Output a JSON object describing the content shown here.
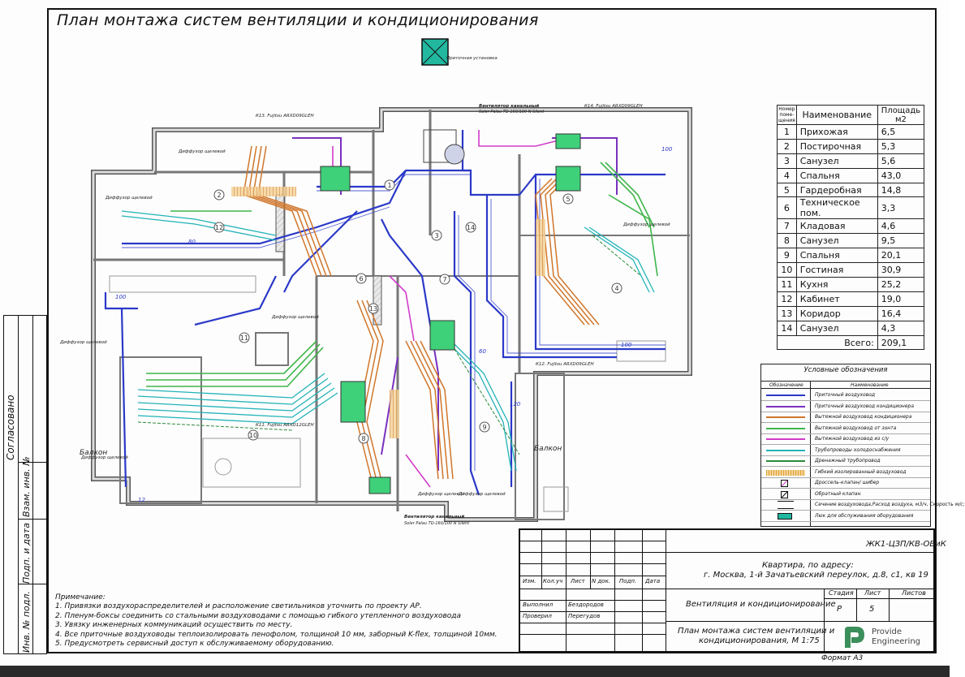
{
  "title": "План монтажа систем вентиляции и кондиционирования",
  "colors": {
    "supply": "#2b39c8",
    "supply_ac": "#7a30c0",
    "exhaust_ac": "#d1762a",
    "exhaust_zone": "#3fb54a",
    "exhaust_wc": "#d23cc8",
    "refrigerant": "#22b3b8",
    "drain": "#2a8a3a",
    "flex": "#e0a030",
    "service": "#22b8a0"
  },
  "rooms": {
    "col_num": "Номер поме-щения",
    "col_name": "Наименование",
    "col_area": "Площадь м2",
    "items": [
      {
        "n": "1",
        "name": "Прихожая",
        "area": "6,5"
      },
      {
        "n": "2",
        "name": "Постирочная",
        "area": "5,3"
      },
      {
        "n": "3",
        "name": "Санузел",
        "area": "5,6"
      },
      {
        "n": "4",
        "name": "Спальня",
        "area": "43,0"
      },
      {
        "n": "5",
        "name": "Гардеробная",
        "area": "14,8"
      },
      {
        "n": "6",
        "name": "Техническое пом.",
        "area": "3,3"
      },
      {
        "n": "7",
        "name": "Кладовая",
        "area": "4,6"
      },
      {
        "n": "8",
        "name": "Санузел",
        "area": "9,5"
      },
      {
        "n": "9",
        "name": "Спальня",
        "area": "20,1"
      },
      {
        "n": "10",
        "name": "Гостиная",
        "area": "30,9"
      },
      {
        "n": "11",
        "name": "Кухня",
        "area": "25,2"
      },
      {
        "n": "12",
        "name": "Кабинет",
        "area": "19,0"
      },
      {
        "n": "13",
        "name": "Коридор",
        "area": "16,4"
      },
      {
        "n": "14",
        "name": "Санузел",
        "area": "4,3"
      }
    ],
    "total_label": "Всего:",
    "total_value": "209,1"
  },
  "legend": {
    "title": "Условные обозначения",
    "col_symbol": "Обозначение",
    "col_name": "Наименование",
    "items": [
      {
        "label": "Приточный воздуховод",
        "color": "#2b39c8",
        "kind": "line"
      },
      {
        "label": "Приточный воздуховод кондиционера",
        "color": "#7a30c0",
        "kind": "line"
      },
      {
        "label": "Вытяжной воздуховод кондиционера",
        "color": "#d1762a",
        "kind": "line"
      },
      {
        "label": "Вытяжной воздуховод от зонта",
        "color": "#3fb54a",
        "kind": "line"
      },
      {
        "label": "Вытяжной воздуховод из с/у",
        "color": "#d23cc8",
        "kind": "line"
      },
      {
        "label": "Трубопроводы холодоснабжения",
        "color": "#22b3b8",
        "kind": "line"
      },
      {
        "label": "Дренажный трубопровод",
        "color": "#2a8a3a",
        "kind": "line"
      },
      {
        "label": "Гибкий изолированный воздуховод",
        "color": "#e0a030",
        "kind": "hatch"
      },
      {
        "label": "Дроссель-клапан/ шибер",
        "color": "#d23cc8",
        "kind": "box"
      },
      {
        "label": "Обратный клапан",
        "color": "#111111",
        "kind": "box"
      },
      {
        "label": "Сечение воздуховода,Расход воздуха, м3/ч, Скорость м/с;",
        "color": "#111111",
        "kind": "tag"
      },
      {
        "label": "Люк для обслуживания оборудования",
        "color": "#22b8a0",
        "kind": "fill"
      }
    ]
  },
  "plan_labels": {
    "balcony_left": "Балкон",
    "balcony_right": "Балкон",
    "diffuser": "Диффузор щелевой",
    "supply_unit": "Приточная установка",
    "duct_fan": "Вентилятор канальный",
    "fan_model_top": "Soler Palau TD-160/100 N Silent",
    "fan_model_bottom": "Soler Palau TD-160/100 N Silent",
    "ac_k13": "К13. Fujitsu ARXD09GLEH",
    "ac_k14": "К14. Fujitsu ARXD09GLEH",
    "ac_k12": "К12. Fujitsu ARXD09GLEH",
    "ac_k11": "К11. Fujitsu ARXD12GLEH",
    "num_100a": "100",
    "num_100b": "100",
    "num_100c": "100",
    "num_80": "80",
    "num_60": "60",
    "num_120": "120",
    "num_12": "12",
    "room_numbers": [
      "1",
      "2",
      "3",
      "4",
      "5",
      "6",
      "7",
      "8",
      "9",
      "10",
      "11",
      "12",
      "13",
      "14"
    ]
  },
  "notes": {
    "heading": "Примечание:",
    "lines": [
      "1. Привязки воздухораспределителей и расположение светильников уточнить по проекту АР.",
      "2. Пленум-боксы соединить со стальными воздуховодами с помощью гибкого утепленного воздуховода",
      "3. Увязку инженерных коммуникаций осуществить по месту.",
      "4. Все приточные воздуховоды теплоизолировать пенофолом, толщиной 10 мм, заборный K-flex, толщиной 10мм.",
      "5. Предусмотреть сервисный доступ к обслуживаемому оборудованию."
    ]
  },
  "side_stamp": {
    "agreed": "Согласовано",
    "inv_vzam": "Взам. инв. №",
    "sign_date": "Подп. и дата",
    "inv_podl": "Инв. № подл."
  },
  "title_block": {
    "code": "ЖК1-ЦЗП/КВ-ОВиК",
    "address_line1": "Квартира, по адресу:",
    "address_line2": "г. Москва, 1-й Зачатьевский переулок, д.8, с1, кв 19",
    "col_izm": "Изм.",
    "col_kol": "Кол.уч",
    "col_list": "Лист",
    "col_ndok": "N док.",
    "col_podp": "Подп.",
    "col_data": "Дата",
    "role1": "Выполнил",
    "name1": "Бездородов",
    "role2": "Проверил",
    "name2": "Перегудов",
    "section": "Вентиляция и кондиционирование",
    "sheet_title_line1": "План монтажа систем вентиляции и",
    "sheet_title_line2": "кондиционирования, М 1:75",
    "stage_label": "Стадия",
    "sheet_label": "Лист",
    "sheets_label": "Листов",
    "stage": "Р",
    "sheet": "5",
    "logo_line1": "Provide",
    "logo_line2": "Engineering"
  },
  "format": "Формат А3"
}
